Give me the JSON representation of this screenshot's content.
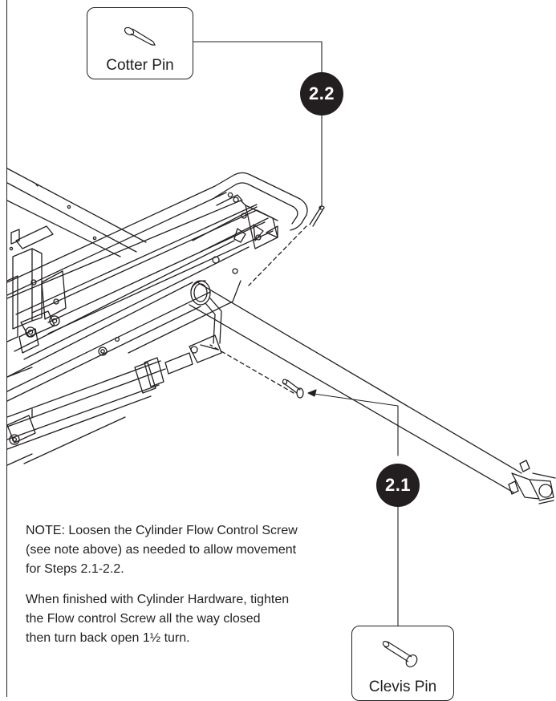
{
  "callouts": {
    "cotter_pin": {
      "label": "Cotter Pin"
    },
    "clevis_pin": {
      "label": "Clevis Pin"
    }
  },
  "steps": {
    "step_2_2": "2.2",
    "step_2_1": "2.1"
  },
  "notes": {
    "note_1_line_1": "NOTE: Loosen the Cylinder Flow Control Screw",
    "note_1_line_2": "(see note above) as needed to allow movement",
    "note_1_line_3": "for Steps 2.1-2.2.",
    "note_2_line_1": "When finished with Cylinder Hardware, tighten",
    "note_2_line_2": "the Flow control Screw all the way closed",
    "note_2_line_3": "then turn back open 1½ turn."
  },
  "colors": {
    "ink": "#231f20",
    "background": "#ffffff"
  },
  "icons": [
    "cotter-pin-icon",
    "clevis-pin-icon"
  ]
}
